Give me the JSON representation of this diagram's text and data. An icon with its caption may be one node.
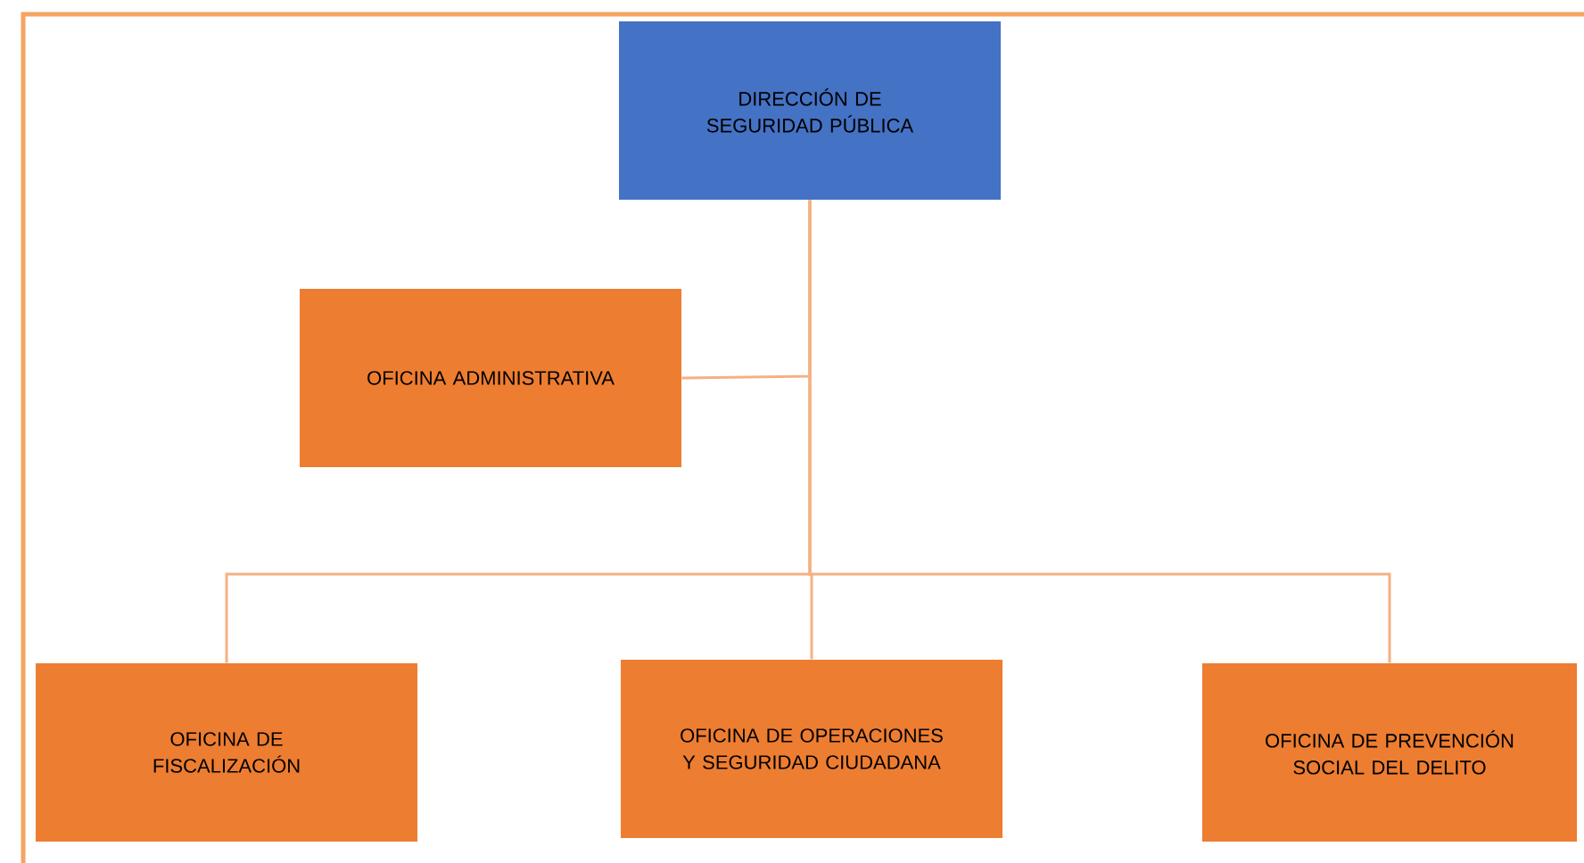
{
  "diagram": {
    "nodes": [
      {
        "text": [
          "DIRECCIÓN DE SEGURIDAD PÚBLICA"
        ]
      },
      {
        "text": [
          "OFICINA ADMINISTRATIVA"
        ]
      },
      {
        "text": [
          "OFICINA DE FISCALIZACIÓN"
        ]
      },
      {
        "text": [
          "OFICINA DE OPERACIONES Y SEGURIDAD CIUDADANA"
        ]
      },
      {
        "text": [
          "OFICINA DE PREVENCIÓN SOCIAL DEL DELITO"
        ]
      }
    ],
    "edges": [
      {
        "from": 0,
        "to": 1,
        "arrow": "none"
      },
      {
        "from": 0,
        "to": 2,
        "arrow": "none"
      },
      {
        "from": 0,
        "to": 3,
        "arrow": "none"
      },
      {
        "from": 0,
        "to": 4,
        "arrow": "none"
      }
    ]
  }
}
